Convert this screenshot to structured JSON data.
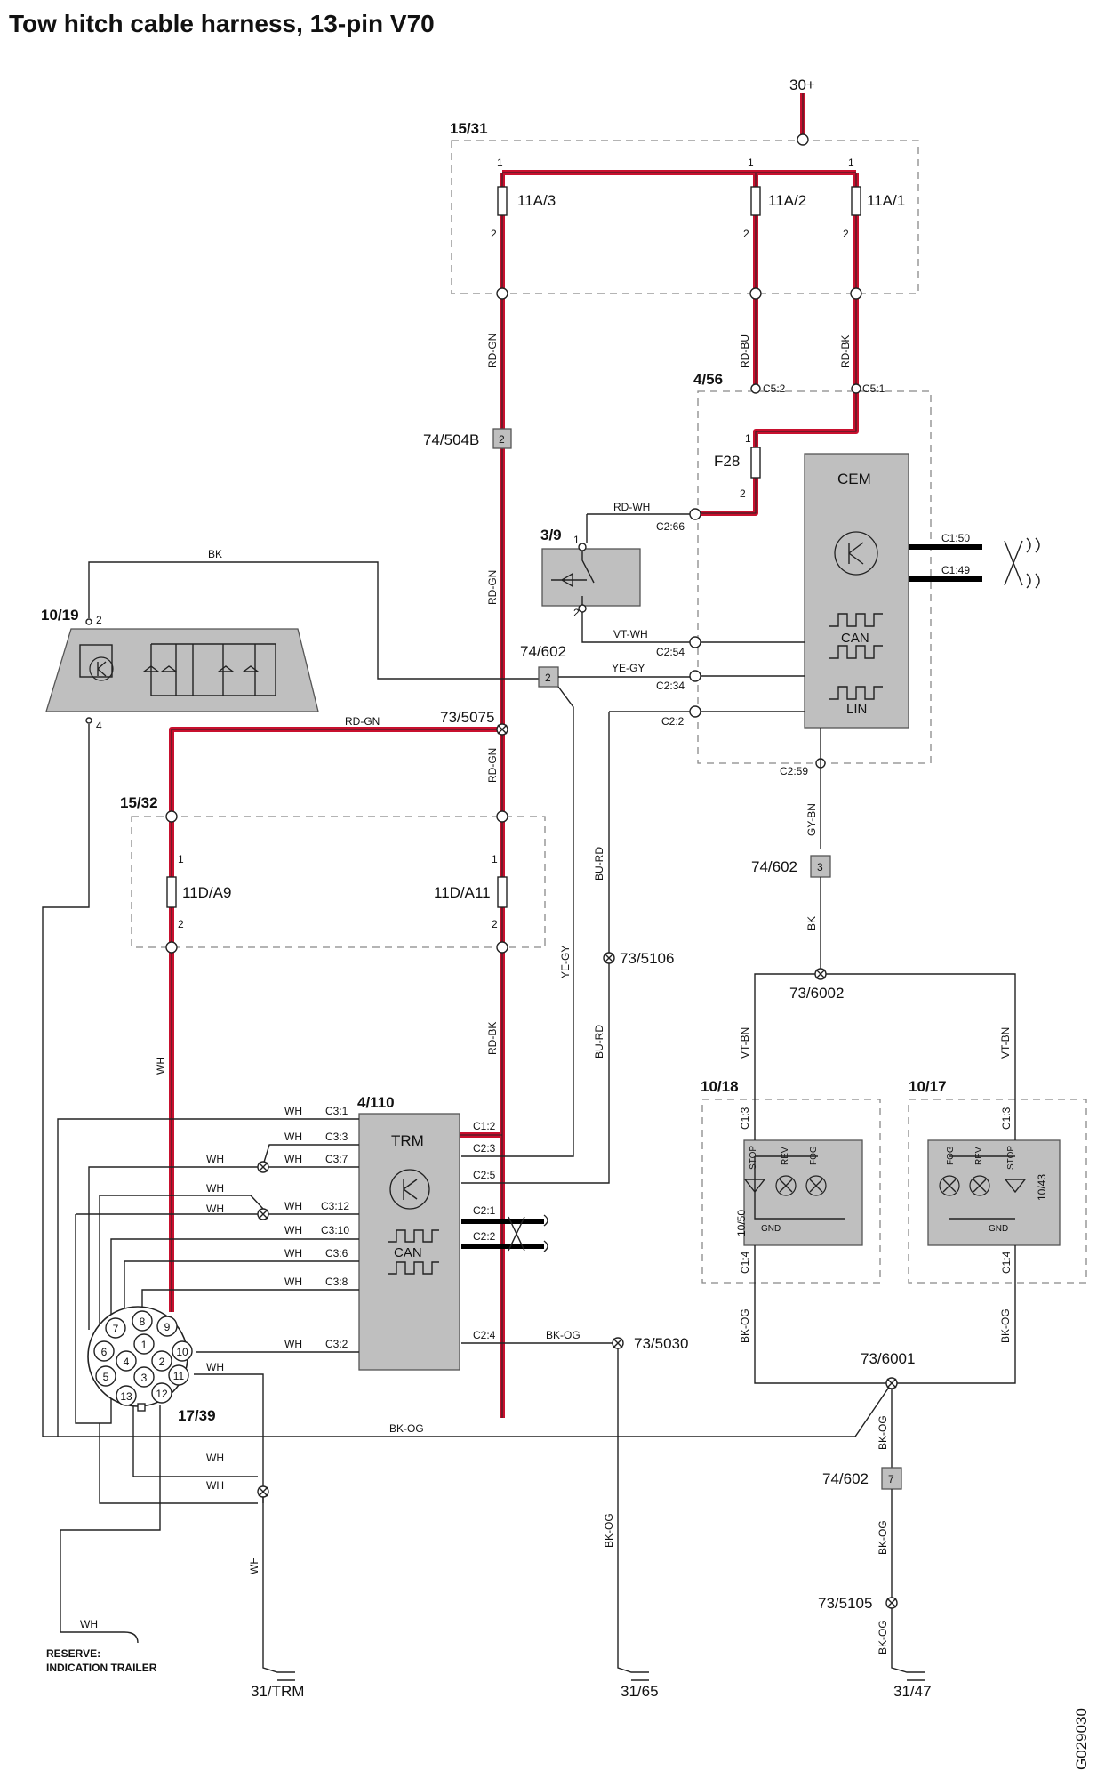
{
  "title": "Tow hitch cable harness, 13-pin V70",
  "supply": "30+",
  "components": {
    "fuse_box_top": "15/31",
    "fuse_a3": "11A/3",
    "fuse_a2": "11A/2",
    "fuse_a1": "11A/1",
    "cem_box": "4/56",
    "cem": "CEM",
    "f28": "F28",
    "switch": "3/9",
    "lamp_unit": "10/19",
    "fuse_box_mid": "15/32",
    "fuse_d9": "11D/A9",
    "fuse_d11": "11D/A11",
    "trm_box": "4/110",
    "trm": "TRM",
    "socket": "17/39",
    "lamp_left": "10/18",
    "lamp_right": "10/17",
    "lamp_inner_left": "10/50",
    "lamp_inner_right": "10/43",
    "can": "CAN",
    "lin": "LIN",
    "gnd": "GND",
    "stop": "STOP",
    "rev": "REV",
    "fog": "FOG"
  },
  "connectors": {
    "c504b": "74/504B",
    "c504b_pin": "2",
    "c602_a": "74/602",
    "c602_a_pin": "2",
    "c602_b": "74/602",
    "c602_b_pin": "3",
    "c602_c": "74/602",
    "c602_c_pin": "7"
  },
  "splices": {
    "s5075": "73/5075",
    "s5106": "73/5106",
    "s6002": "73/6002",
    "s6001": "73/6001",
    "s5030": "73/5030",
    "s5105": "73/5105"
  },
  "grounds": {
    "g_trm": "31/TRM",
    "g_65": "31/65",
    "g_47": "31/47"
  },
  "wire_colors": {
    "rd_gn": "RD-GN",
    "rd_bu": "RD-BU",
    "rd_bk": "RD-BK",
    "rd_wh": "RD-WH",
    "bk": "BK",
    "vt_wh": "VT-WH",
    "ye_gy": "YE-GY",
    "gy_bn": "GY-BN",
    "bu_rd": "BU-RD",
    "wh": "WH",
    "vt_bn": "VT-BN",
    "bk_og": "BK-OG"
  },
  "pins": {
    "c5_2": "C5:2",
    "c5_1": "C5:1",
    "c2_66": "C2:66",
    "c2_54": "C2:54",
    "c2_34": "C2:34",
    "c2_2": "C2:2",
    "c2_59": "C2:59",
    "c1_50": "C1:50",
    "c1_49": "C1:49",
    "c1_2": "C1:2",
    "c2_3": "C2:3",
    "c2_5": "C2:5",
    "c2_1": "C2:1",
    "c2_2b": "C2:2",
    "c2_4": "C2:4",
    "c3_1": "C3:1",
    "c3_3": "C3:3",
    "c3_7": "C3:7",
    "c3_12": "C3:12",
    "c3_10": "C3:10",
    "c3_6": "C3:6",
    "c3_8": "C3:8",
    "c3_2": "C3:2",
    "c1_3": "C1:3",
    "c1_4": "C1:4"
  },
  "socket_pins": [
    "1",
    "2",
    "3",
    "4",
    "5",
    "6",
    "7",
    "8",
    "9",
    "10",
    "11",
    "12",
    "13"
  ],
  "reserve_line1": "RESERVE:",
  "reserve_line2": "INDICATION TRAILER",
  "doc_code": "G029030",
  "colors": {
    "power_wire": "#c8102e",
    "unit_fill": "#bfbfbf"
  }
}
